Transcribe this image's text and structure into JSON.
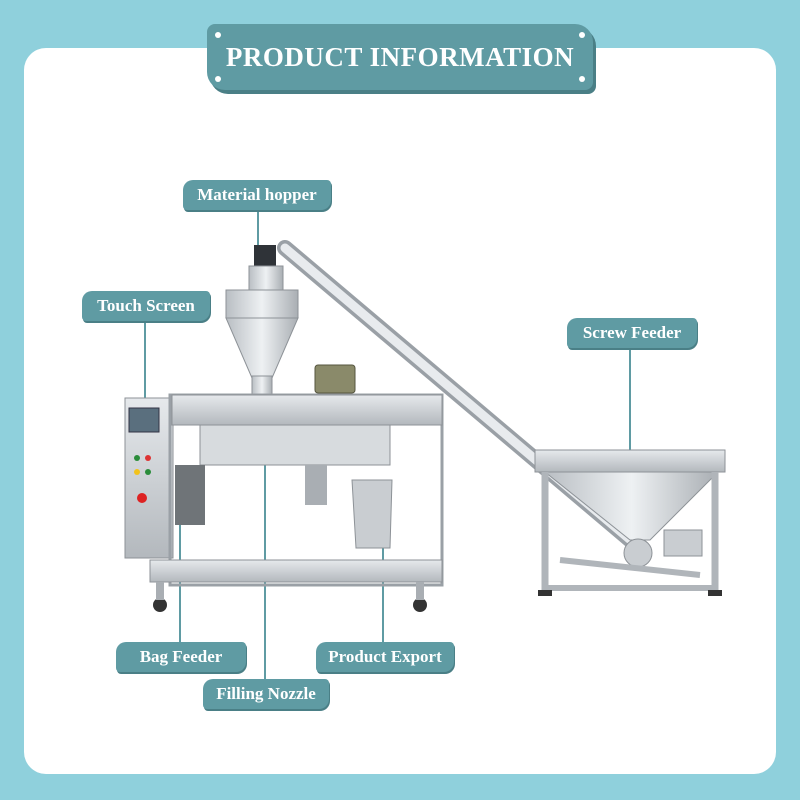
{
  "header": {
    "title": "PRODUCT INFORMATION"
  },
  "labels": {
    "material_hopper": "Material hopper",
    "touch_screen": "Touch Screen",
    "screw_feeder": "Screw Feeder",
    "bag_feeder": "Bag Feeder",
    "product_export": "Product Export",
    "filling_nozzle": "Filling Nozzle"
  },
  "colors": {
    "background": "#8fd0dc",
    "label": "#5f9ba3",
    "card": "#ffffff"
  }
}
